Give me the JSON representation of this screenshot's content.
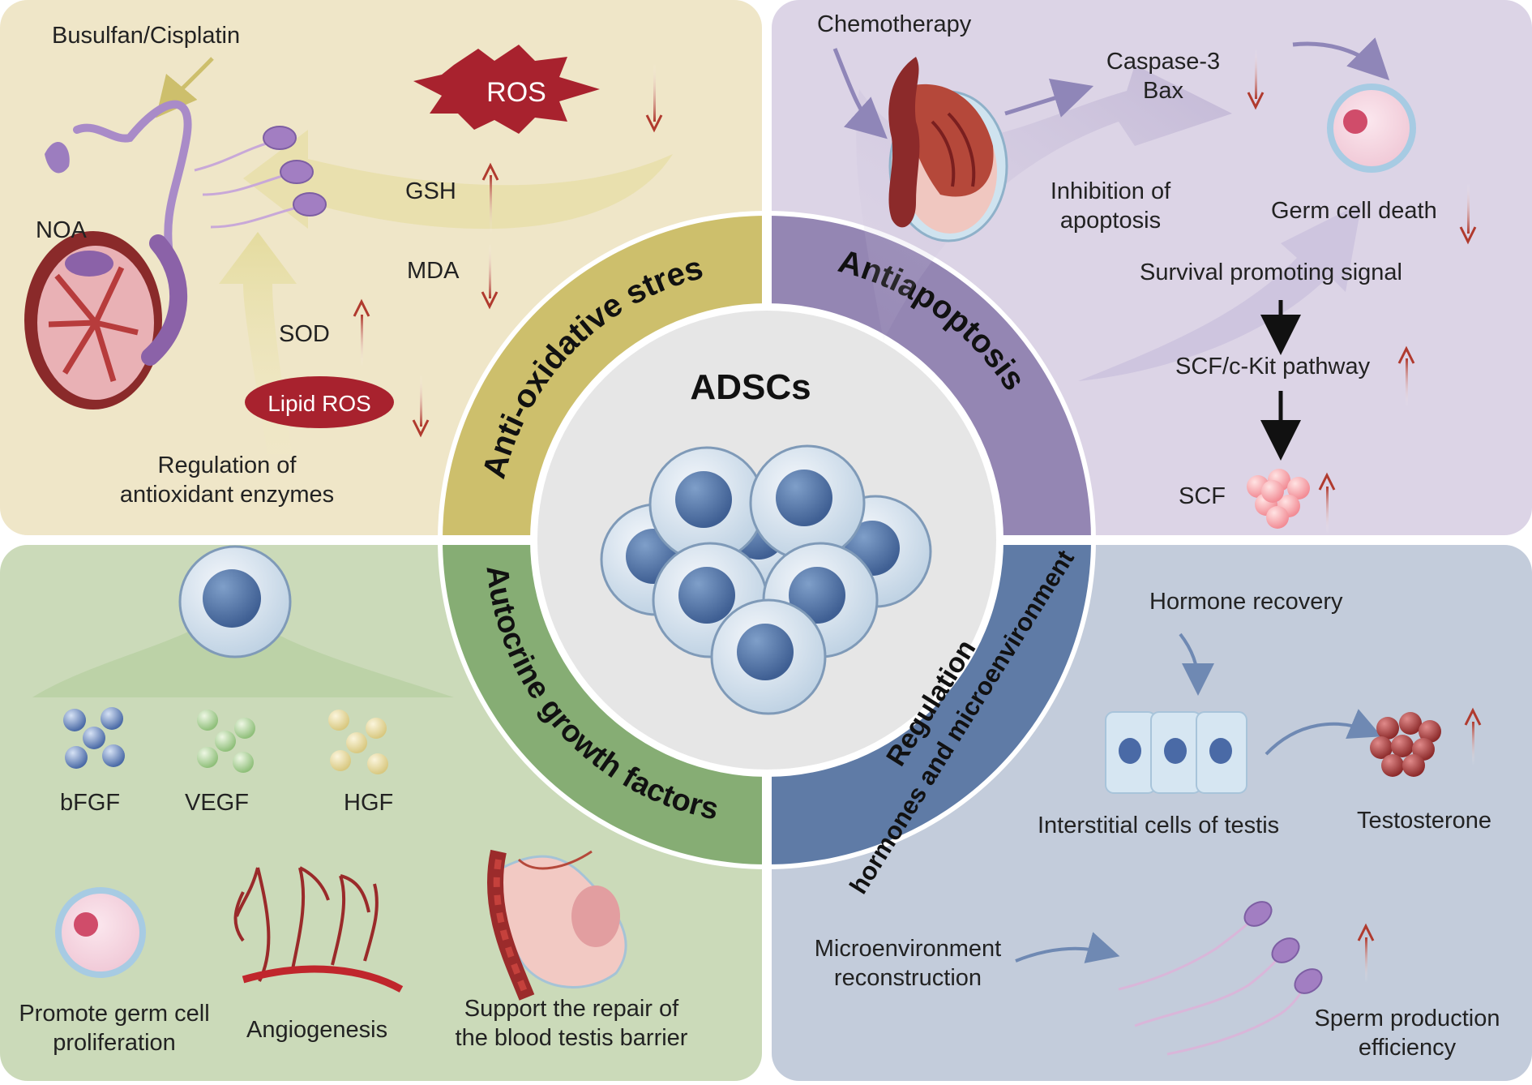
{
  "center": {
    "title": "ADSCs"
  },
  "ring": {
    "top_left": "Anti-oxidative stress",
    "top_right": "Antiapoptosis",
    "bottom_left": "Autocrine growth factors",
    "bottom_right_line1": "Regulation",
    "bottom_right_line2": "hormones and microenvironment"
  },
  "oxidative": {
    "busulfan": "Busulfan/Cisplatin",
    "noa": "NOA",
    "ros": "ROS",
    "gsh": "GSH",
    "mda": "MDA",
    "sod": "SOD",
    "lipid_ros": "Lipid ROS",
    "regulation_line1": "Regulation of",
    "regulation_line2": "antioxidant enzymes"
  },
  "apoptosis": {
    "chemotherapy": "Chemotherapy",
    "caspase": "Caspase-3",
    "bax": "Bax",
    "inhibition_line1": "Inhibition of",
    "inhibition_line2": "apoptosis",
    "germ_death": "Germ cell death",
    "survival": "Survival promoting signal",
    "scf_pathway": "SCF/c-Kit pathway",
    "scf": "SCF"
  },
  "growth": {
    "bfgf": "bFGF",
    "vegf": "VEGF",
    "hgf": "HGF",
    "promote_line1": "Promote germ cell",
    "promote_line2": "proliferation",
    "angiogenesis": "Angiogenesis",
    "support_line1": "Support the repair of",
    "support_line2": "the blood testis barrier"
  },
  "hormones": {
    "hormone_recovery": "Hormone recovery",
    "interstitial": "Interstitial cells of testis",
    "testosterone": "Testosterone",
    "micro_line1": "Microenvironment",
    "micro_line2": "reconstruction",
    "sperm_line1": "Sperm production",
    "sperm_line2": "efficiency"
  },
  "colors": {
    "q_top_left": "#efe6c8",
    "q_top_right": "#dcd4e6",
    "q_bottom_left": "#cbdab9",
    "q_bottom_right": "#c3ccdb",
    "ring_top_left": "#cdbf6c",
    "ring_top_right": "#9486b3",
    "ring_bottom_left": "#86ad74",
    "ring_bottom_right": "#5f7ba6",
    "center": "#e6e6e6",
    "arrow_red": "#b03a2e"
  }
}
